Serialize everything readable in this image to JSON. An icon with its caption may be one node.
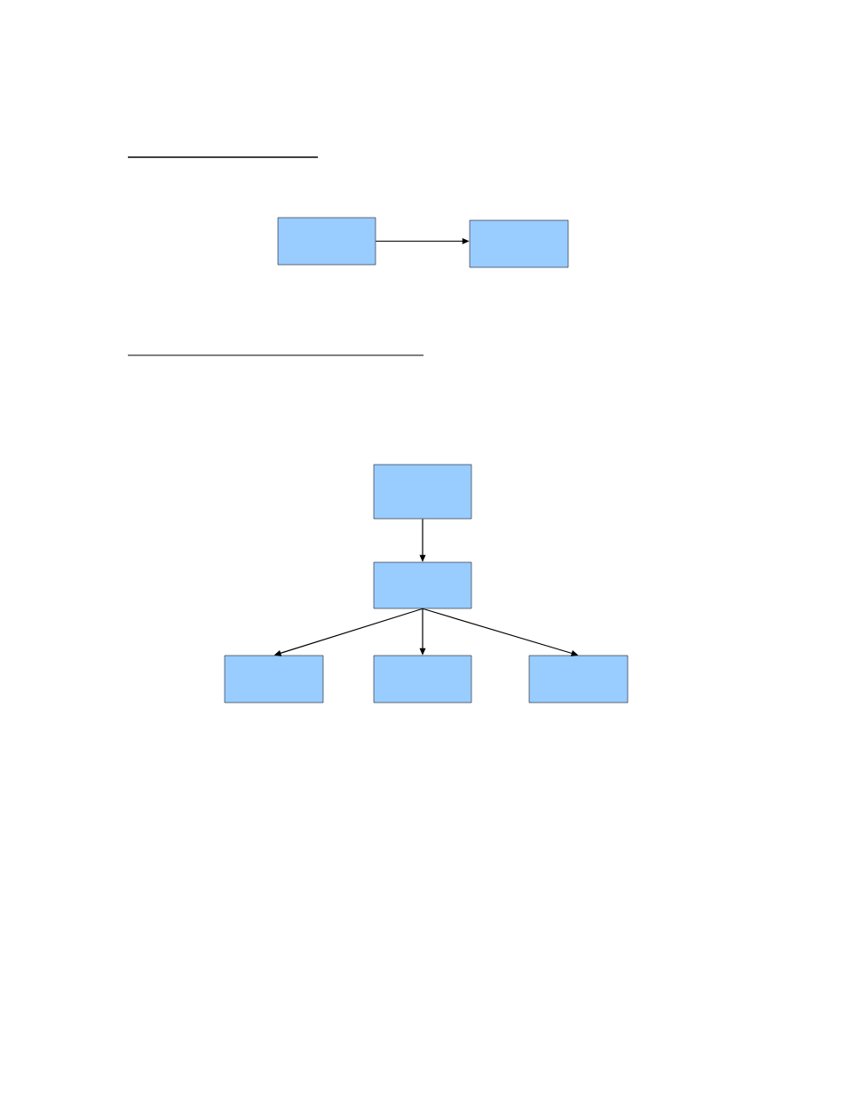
{
  "diagram": {
    "nodes": [
      {
        "text": [],
        "shape": "box"
      },
      {
        "text": [],
        "shape": "box"
      },
      {
        "text": [],
        "shape": "box"
      },
      {
        "text": [],
        "shape": "box"
      },
      {
        "text": [],
        "shape": "box"
      },
      {
        "text": [],
        "shape": "box"
      },
      {
        "text": [],
        "shape": "box"
      }
    ],
    "edges": [
      {
        "from": 0,
        "to": 1,
        "arrow": "to"
      },
      {
        "from": 2,
        "to": 3,
        "arrow": "to"
      },
      {
        "from": 3,
        "to": 4,
        "arrow": "to"
      },
      {
        "from": 3,
        "to": 5,
        "arrow": "to"
      },
      {
        "from": 3,
        "to": 6,
        "arrow": "to"
      }
    ]
  }
}
